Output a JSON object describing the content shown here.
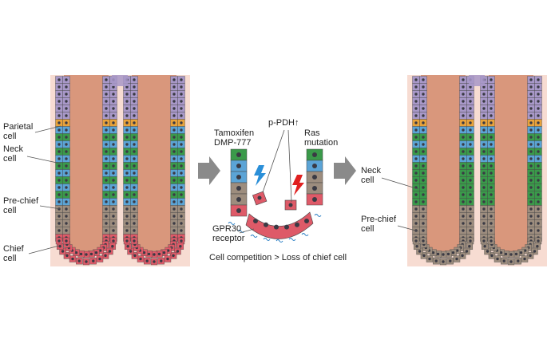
{
  "colors": {
    "tissue_bg": "#f7dcd2",
    "lumen": "#d9977c",
    "top_purple": "#a898c8",
    "parietal_orange": "#e8a23a",
    "neck_blue": "#5ba4d6",
    "neck_green": "#3a9a4a",
    "prechief_taupe": "#9d8d7e",
    "chief_red": "#de5a68",
    "nucleus": "#3a3a44",
    "arrow": "#8a8a8a",
    "bolt_blue": "#2a8fd8",
    "bolt_red": "#e02020",
    "receptor": "#2a7fc4"
  },
  "panel_left": {
    "labels": {
      "parietal": [
        "Parietal",
        "cell"
      ],
      "neck": [
        "Neck",
        "cell"
      ],
      "prechief": [
        "Pre-chief",
        "cell"
      ],
      "chief": [
        "Chief",
        "cell"
      ]
    }
  },
  "panel_middle": {
    "tamoxifen": [
      "Tamoxifen",
      "DMP-777"
    ],
    "ppdh": "p-PDH↑",
    "ras": [
      "Ras",
      "mutation"
    ],
    "gpr30": [
      "GPR30",
      "receptor"
    ],
    "caption": "Cell competition > Loss of chief cell"
  },
  "panel_right": {
    "labels": {
      "neck": [
        "Neck",
        "cell"
      ],
      "prechief": [
        "Pre-chief",
        "cell"
      ]
    }
  },
  "icons": [
    "arrow-right-icon",
    "lightning-bolt-icon"
  ]
}
